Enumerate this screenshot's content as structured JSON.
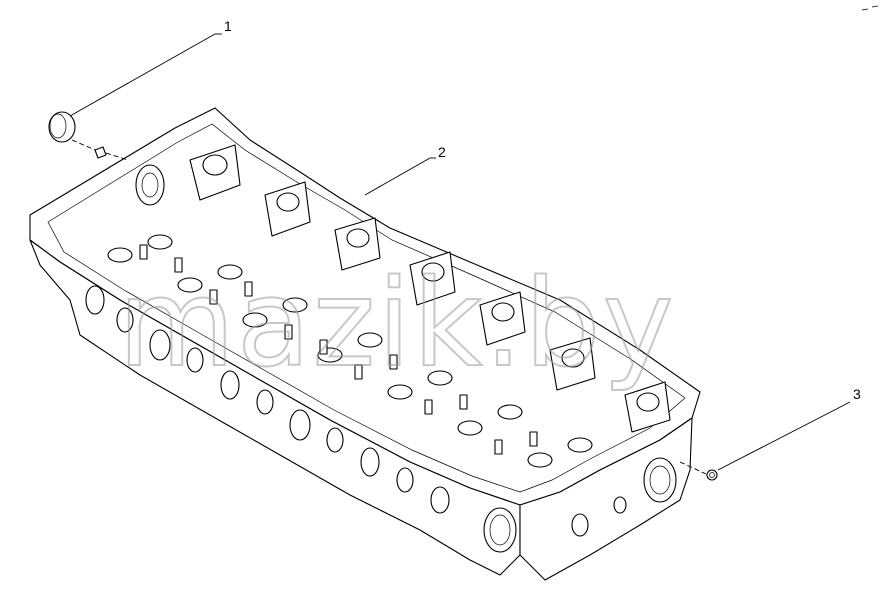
{
  "callouts": [
    {
      "id": "1",
      "label": "1"
    },
    {
      "id": "2",
      "label": "2"
    },
    {
      "id": "3",
      "label": "3"
    }
  ],
  "watermark": "mazik.by",
  "colors": {
    "line": "#000000",
    "background": "#ffffff",
    "watermark": "#9a9a9a"
  }
}
